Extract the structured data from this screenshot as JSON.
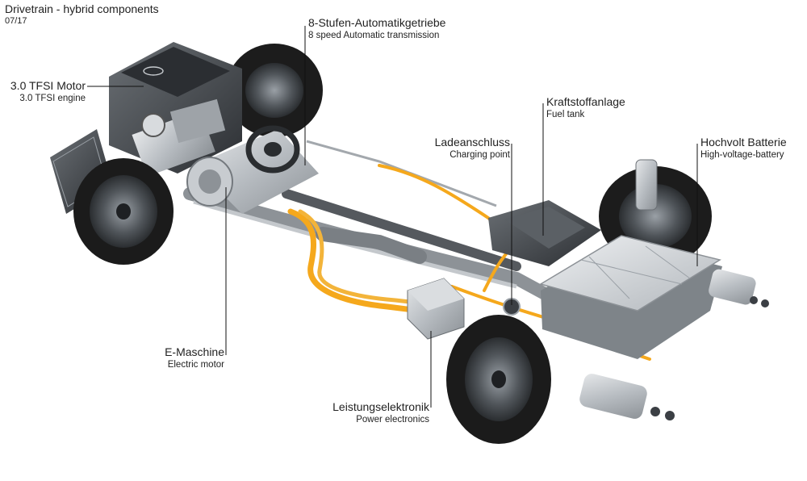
{
  "header": {
    "title": "Drivetrain - hybrid components",
    "date": "07/17"
  },
  "callouts": {
    "engine": {
      "de": "3.0 TFSI Motor",
      "en": "3.0 TFSI engine"
    },
    "transmission": {
      "de": "8-Stufen-Automatikgetriebe",
      "en": "8 speed Automatic transmission"
    },
    "fuel": {
      "de": "Kraftstoffanlage",
      "en": "Fuel tank"
    },
    "charging": {
      "de": "Ladeanschluss",
      "en": "Charging point"
    },
    "battery": {
      "de": "Hochvolt Batterie",
      "en": "High-voltage-battery"
    },
    "emotor": {
      "de": "E-Maschine",
      "en": "Electric motor"
    },
    "power": {
      "de": "Leistungselektronik",
      "en": "Power electronics"
    }
  },
  "colors": {
    "hv_cable": "#f5a81c",
    "tire": "#1b1b1b",
    "metal": "#b9bec3",
    "dark_metal": "#4b4f54",
    "leader": "#111111"
  }
}
